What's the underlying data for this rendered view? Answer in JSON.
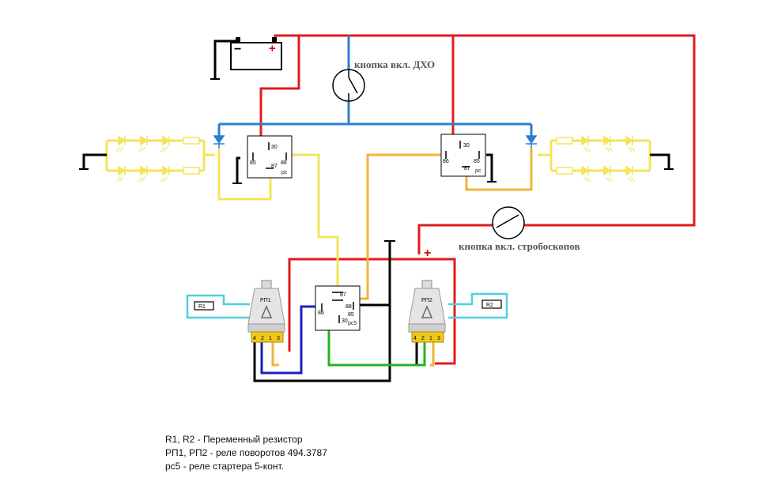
{
  "labels": {
    "drl_button": "кнопка вкл. ДХО",
    "strobe_button": "кнопка вкл. стробоскопов"
  },
  "battery": {
    "minus": "−",
    "plus": "+"
  },
  "relays": {
    "left": {
      "pin30": "30",
      "pin85": "85",
      "pin86": "86",
      "pin87": "87",
      "tag": "рс"
    },
    "right": {
      "pin30": "30",
      "pin85": "85",
      "pin86": "86",
      "pin87": "87",
      "tag": "рс"
    },
    "center": {
      "pin87": "87",
      "pin88": "88",
      "pin86": "86",
      "pin85": "85",
      "pin30": "30",
      "tag": "рс5"
    }
  },
  "flashers": {
    "left": {
      "name": "РП1",
      "pins": [
        "4",
        "2",
        "1",
        "3"
      ],
      "resistor": "R1"
    },
    "right": {
      "name": "РП2",
      "pins": [
        "4",
        "2",
        "1",
        "3"
      ],
      "resistor": "R2"
    }
  },
  "supply_plus": "+",
  "legend": [
    "R1, R2 - Переменный резистор",
    "РП1, РП2 - реле поворотов 494.3787",
    "рс5 - реле стартера 5-конт."
  ],
  "colors": {
    "red": "#e21b1b",
    "blue": "#2b7fd1",
    "yellow": "#f5e35a",
    "orange": "#f0b43a",
    "dark_blue": "#1a20b8",
    "green": "#22b422",
    "cyan": "#4cd0e0",
    "black": "#000000"
  }
}
